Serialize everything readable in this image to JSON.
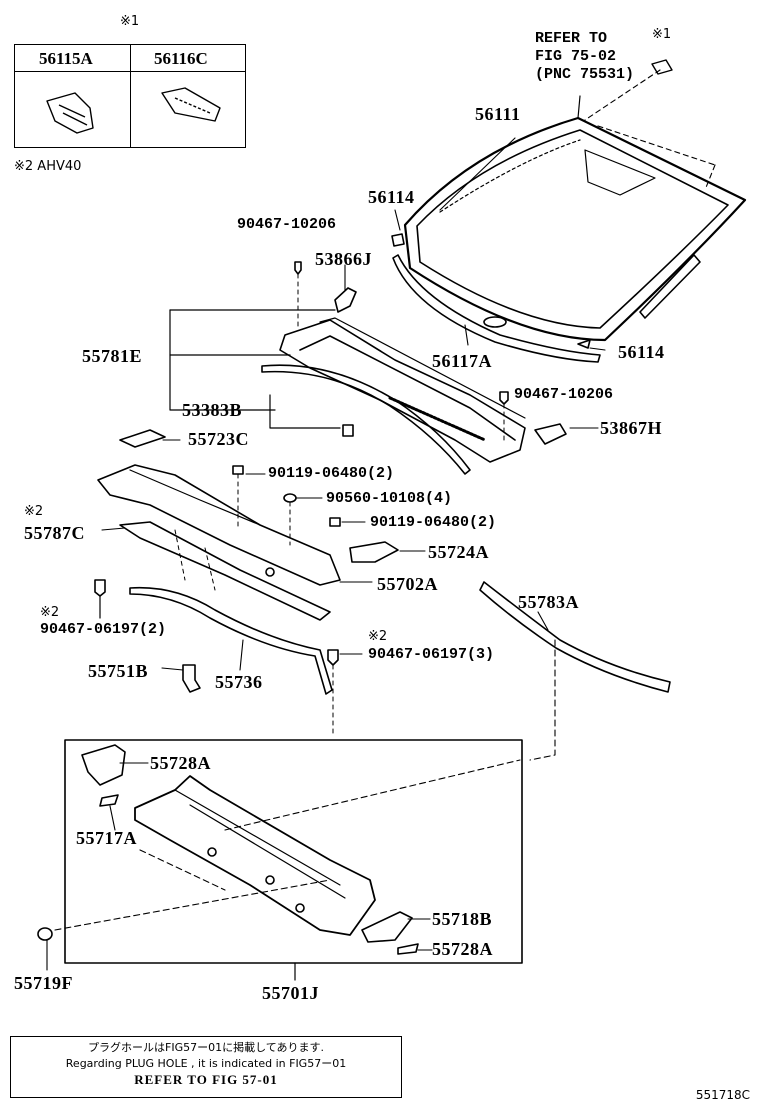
{
  "inset": {
    "mark": "※1",
    "col1": "56115A",
    "col2": "56116C",
    "note": "※2 AHV40"
  },
  "refer_top": {
    "line1": "REFER TO",
    "line2": "FIG 75-02",
    "line3": "(PNC 75531)"
  },
  "marks": {
    "m1_top": "※1",
    "m2_a": "※2",
    "m2_b": "※2",
    "m2_c": "※2"
  },
  "labels": {
    "p56111": "56111",
    "p56114_a": "56114",
    "p56114_b": "56114",
    "p90467_10206_a": "90467-10206",
    "p90467_10206_b": "90467-10206",
    "p53866J": "53866J",
    "p55781E": "55781E",
    "p56117A": "56117A",
    "p53383B": "53383B",
    "p55723C": "55723C",
    "p53867H": "53867H",
    "p90119_06480_a": "90119-06480(2)",
    "p90560_10108": "90560-10108(4)",
    "p90119_06480_b": "90119-06480(2)",
    "p55787C": "55787C",
    "p55724A": "55724A",
    "p55702A": "55702A",
    "p55783A": "55783A",
    "p90467_06197_a": "90467-06197(2)",
    "p90467_06197_b": "90467-06197(3)",
    "p55751B": "55751B",
    "p55736": "55736",
    "p55728A_a": "55728A",
    "p55717A": "55717A",
    "p55718B": "55718B",
    "p55728A_b": "55728A",
    "p55719F": "55719F",
    "p55701J": "55701J"
  },
  "note_box": {
    "line_jp": "プラグホールはFIG57ー01に掲載してあります.",
    "line_en": "Regarding PLUG HOLE , it is indicated in FIG57ー01",
    "line_ref": "REFER TO FIG 57-01"
  },
  "figure_code": "551718C"
}
